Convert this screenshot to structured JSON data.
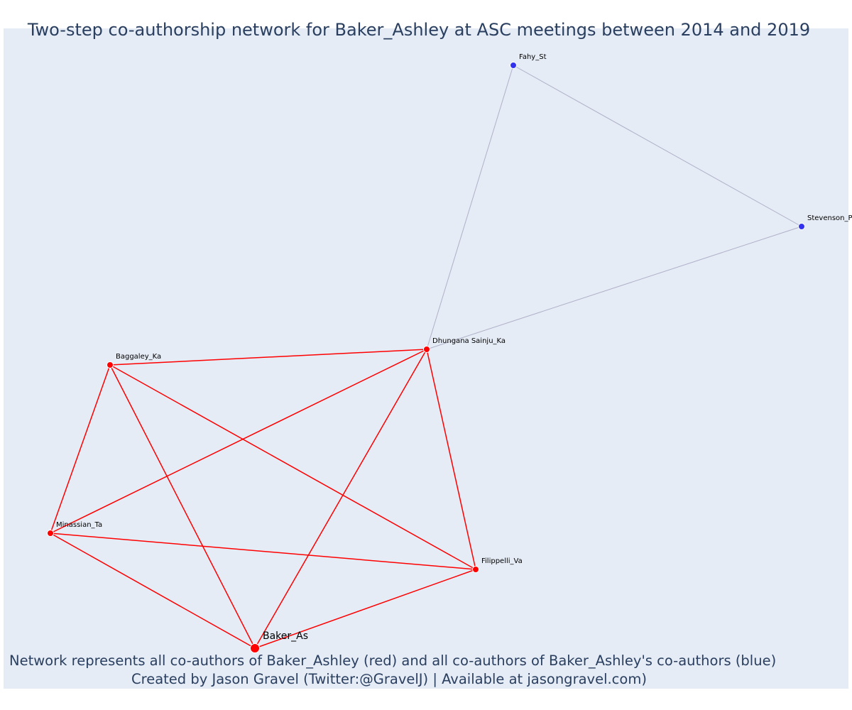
{
  "title": "Two-step co-authorship network for Baker_Ashley at ASC meetings between 2014 and 2019",
  "footer": {
    "line1": "Network represents all co-authors of Baker_Ashley (red) and all co-authors of Baker_Ashley's co-authors (blue)",
    "line2": "Created by Jason Gravel (Twitter:@GravelJ) | Available at jasongravel.com)"
  },
  "colors": {
    "primary": "#ff0000",
    "secondary": "#3333ee",
    "secondary_edge": "#b0b0c8"
  },
  "network": {
    "nodes": [
      {
        "id": "Baker_As",
        "label": "Baker_As",
        "group": "focal"
      },
      {
        "id": "Baggaley_Ka",
        "label": "Baggaley_Ka",
        "group": "coauthor"
      },
      {
        "id": "Dhungana Sainju_Ka",
        "label": "Dhungana Sainju_Ka",
        "group": "coauthor"
      },
      {
        "id": "Minassian_Ta",
        "label": "Minassian_Ta",
        "group": "coauthor"
      },
      {
        "id": "Filippelli_Va",
        "label": "Filippelli_Va",
        "group": "coauthor"
      },
      {
        "id": "Fahy_St",
        "label": "Fahy_St",
        "group": "second"
      },
      {
        "id": "Stevenson_P",
        "label": "Stevenson_P",
        "group": "second"
      }
    ],
    "edges": [
      {
        "source": "Baker_As",
        "target": "Baggaley_Ka",
        "group": "primary"
      },
      {
        "source": "Baker_As",
        "target": "Dhungana Sainju_Ka",
        "group": "primary"
      },
      {
        "source": "Baker_As",
        "target": "Minassian_Ta",
        "group": "primary"
      },
      {
        "source": "Baker_As",
        "target": "Filippelli_Va",
        "group": "primary"
      },
      {
        "source": "Baggaley_Ka",
        "target": "Dhungana Sainju_Ka",
        "group": "primary"
      },
      {
        "source": "Baggaley_Ka",
        "target": "Minassian_Ta",
        "group": "primary"
      },
      {
        "source": "Baggaley_Ka",
        "target": "Filippelli_Va",
        "group": "primary"
      },
      {
        "source": "Dhungana Sainju_Ka",
        "target": "Minassian_Ta",
        "group": "primary"
      },
      {
        "source": "Dhungana Sainju_Ka",
        "target": "Filippelli_Va",
        "group": "primary"
      },
      {
        "source": "Minassian_Ta",
        "target": "Filippelli_Va",
        "group": "primary"
      },
      {
        "source": "Dhungana Sainju_Ka",
        "target": "Fahy_St",
        "group": "secondary"
      },
      {
        "source": "Dhungana Sainju_Ka",
        "target": "Stevenson_P",
        "group": "secondary"
      },
      {
        "source": "Fahy_St",
        "target": "Stevenson_P",
        "group": "secondary"
      }
    ]
  }
}
